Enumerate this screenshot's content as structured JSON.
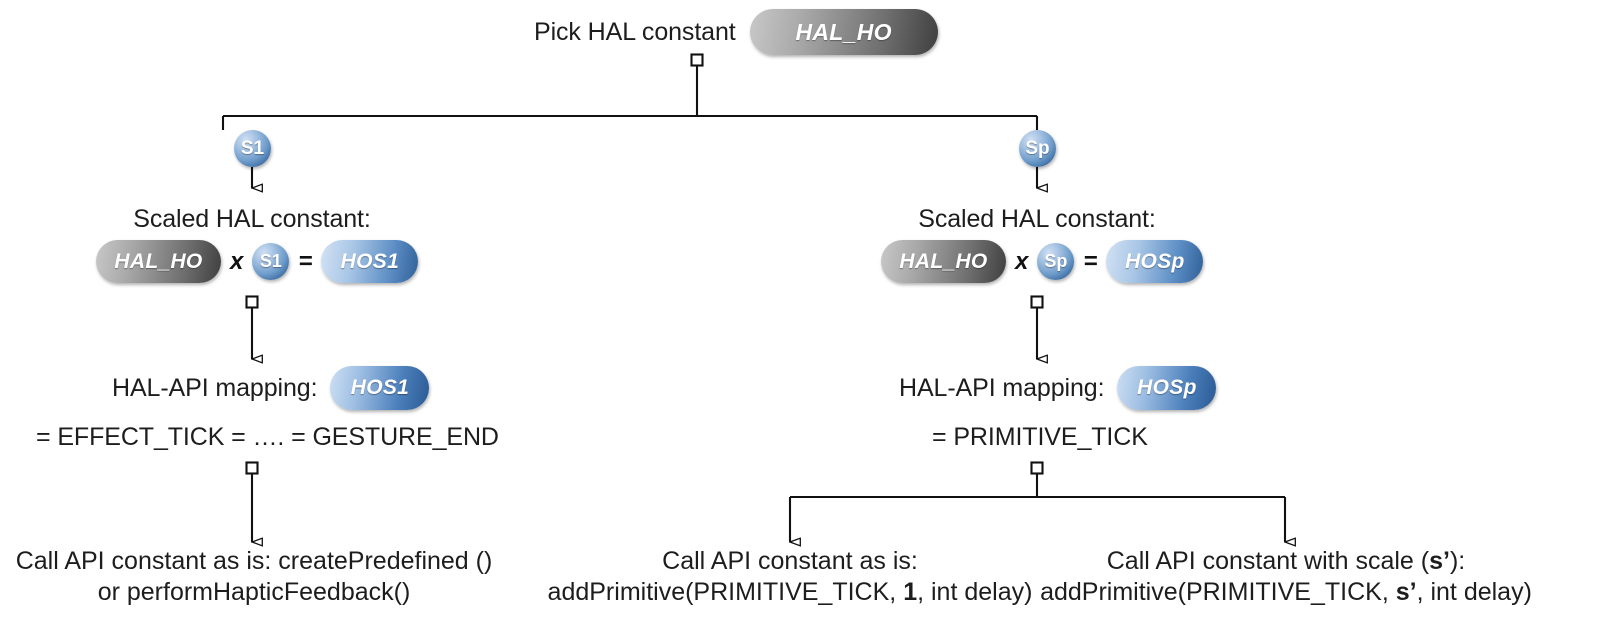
{
  "diagram": {
    "title": "HAL constant to API mapping decision flow",
    "background": "#ffffff",
    "colors": {
      "gray_pill_light": "#c8c8c8",
      "gray_pill_dark": "#3f3f3f",
      "blue_pill_light": "#d2e2f4",
      "blue_pill_dark": "#2f6098",
      "sphere_light": "#cfe0f2",
      "sphere_dark": "#24527f",
      "line": "#111111",
      "text": "#1d1d1d"
    }
  },
  "root": {
    "label": "Pick HAL constant",
    "pill": "HAL_HO"
  },
  "branches": [
    {
      "name": "branch-s1",
      "badge": "S1"
    },
    {
      "name": "branch-sp",
      "badge": "Sp"
    }
  ],
  "scaled": {
    "left": {
      "label": "Scaled HAL constant:",
      "operand_a": "HAL_HO",
      "operator_mul": "x",
      "operand_b": "S1",
      "operator_eq": "=",
      "result": "HOS1"
    },
    "right": {
      "label": "Scaled HAL constant:",
      "operand_a": "HAL_HO",
      "operator_mul": "x",
      "operand_b": "Sp",
      "operator_eq": "=",
      "result": "HOSp"
    }
  },
  "mapping": {
    "left": {
      "label": "HAL-API mapping:",
      "pill": "HOS1",
      "expansion": "= EFFECT_TICK = …. = GESTURE_END"
    },
    "right": {
      "label": "HAL-API mapping:",
      "pill": "HOSp",
      "expansion": "= PRIMITIVE_TICK"
    }
  },
  "leaves": [
    {
      "name": "leaf-predefined",
      "line1": "Call API constant as is: createPredefined ()",
      "line2": "or performHapticFeedback()"
    },
    {
      "name": "leaf-primitive-as-is",
      "line1": "Call API constant as is:",
      "line2_prefix": "addPrimitive(PRIMITIVE_TICK, ",
      "line2_bold": "1",
      "line2_suffix": ", int delay)"
    },
    {
      "name": "leaf-primitive-scaled",
      "line1_prefix": "Call API constant with scale (",
      "line1_bold": "s’",
      "line1_suffix": "):",
      "line2_prefix": "addPrimitive(PRIMITIVE_TICK, ",
      "line2_bold": "s’",
      "line2_suffix": ", int delay)"
    }
  ]
}
